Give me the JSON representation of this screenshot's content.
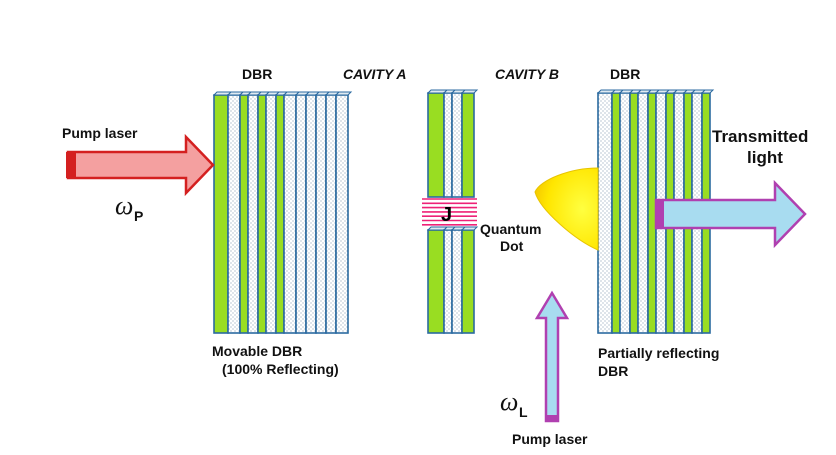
{
  "labels": {
    "dbr_left": "DBR",
    "cavity_a": "CAVITY A",
    "cavity_b": "CAVITY B",
    "dbr_right": "DBR",
    "pump_laser_left": "Pump laser",
    "omega_p_symbol": "ω",
    "omega_p_sub": "P",
    "transmitted_line1": "Transmitted",
    "transmitted_line2": "light",
    "junction": "J",
    "quantum_dot_line1": "Quantum",
    "quantum_dot_line2": "Dot",
    "movable_dbr_line1": "Movable DBR",
    "movable_dbr_line2": "(100% Reflecting)",
    "partial_dbr_line1": "Partially reflecting",
    "partial_dbr_line2": "DBR",
    "omega_l_symbol": "ω",
    "omega_l_sub": "L",
    "pump_laser_bottom": "Pump laser"
  },
  "colors": {
    "green_layer": "#99dd22",
    "blue_outline": "#2b6aa0",
    "dotted_layer": "#e8f0f6",
    "pink_arrow": "#f4a0a0",
    "red_tail": "#d42020",
    "cyan_arrow": "#a8dcf0",
    "purple_outline": "#b040b0",
    "junction_pink": "#ee2277",
    "quantum_dot_yellow": "#ffee00"
  }
}
